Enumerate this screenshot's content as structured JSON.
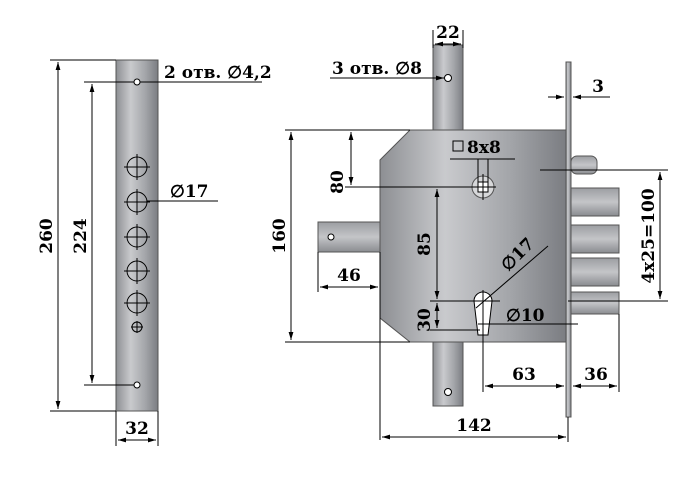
{
  "drawing": {
    "left_plate": {
      "height_overall": "260",
      "hole_spacing": "224",
      "width": "32",
      "mount_holes_note": "2 отв.",
      "mount_holes_dia": "4,2",
      "pin_hole_dia": "17"
    },
    "lock_body": {
      "screw_holes_note": "3 отв.",
      "screw_holes_dia": "8",
      "strip_width": "22",
      "faceplate_thickness": "3",
      "square_spindle": "8x8",
      "body_height": "160",
      "spindle_to_top": "80",
      "spindle_to_cylinder": "85",
      "cylinder_dia": "17",
      "cylinder_hole_dia": "10",
      "cylinder_to_bottom": "30",
      "latch_offset": "46",
      "bolts_spacing": "4x25=100",
      "backset": "63",
      "bolt_projection": "36",
      "body_width": "142"
    }
  }
}
